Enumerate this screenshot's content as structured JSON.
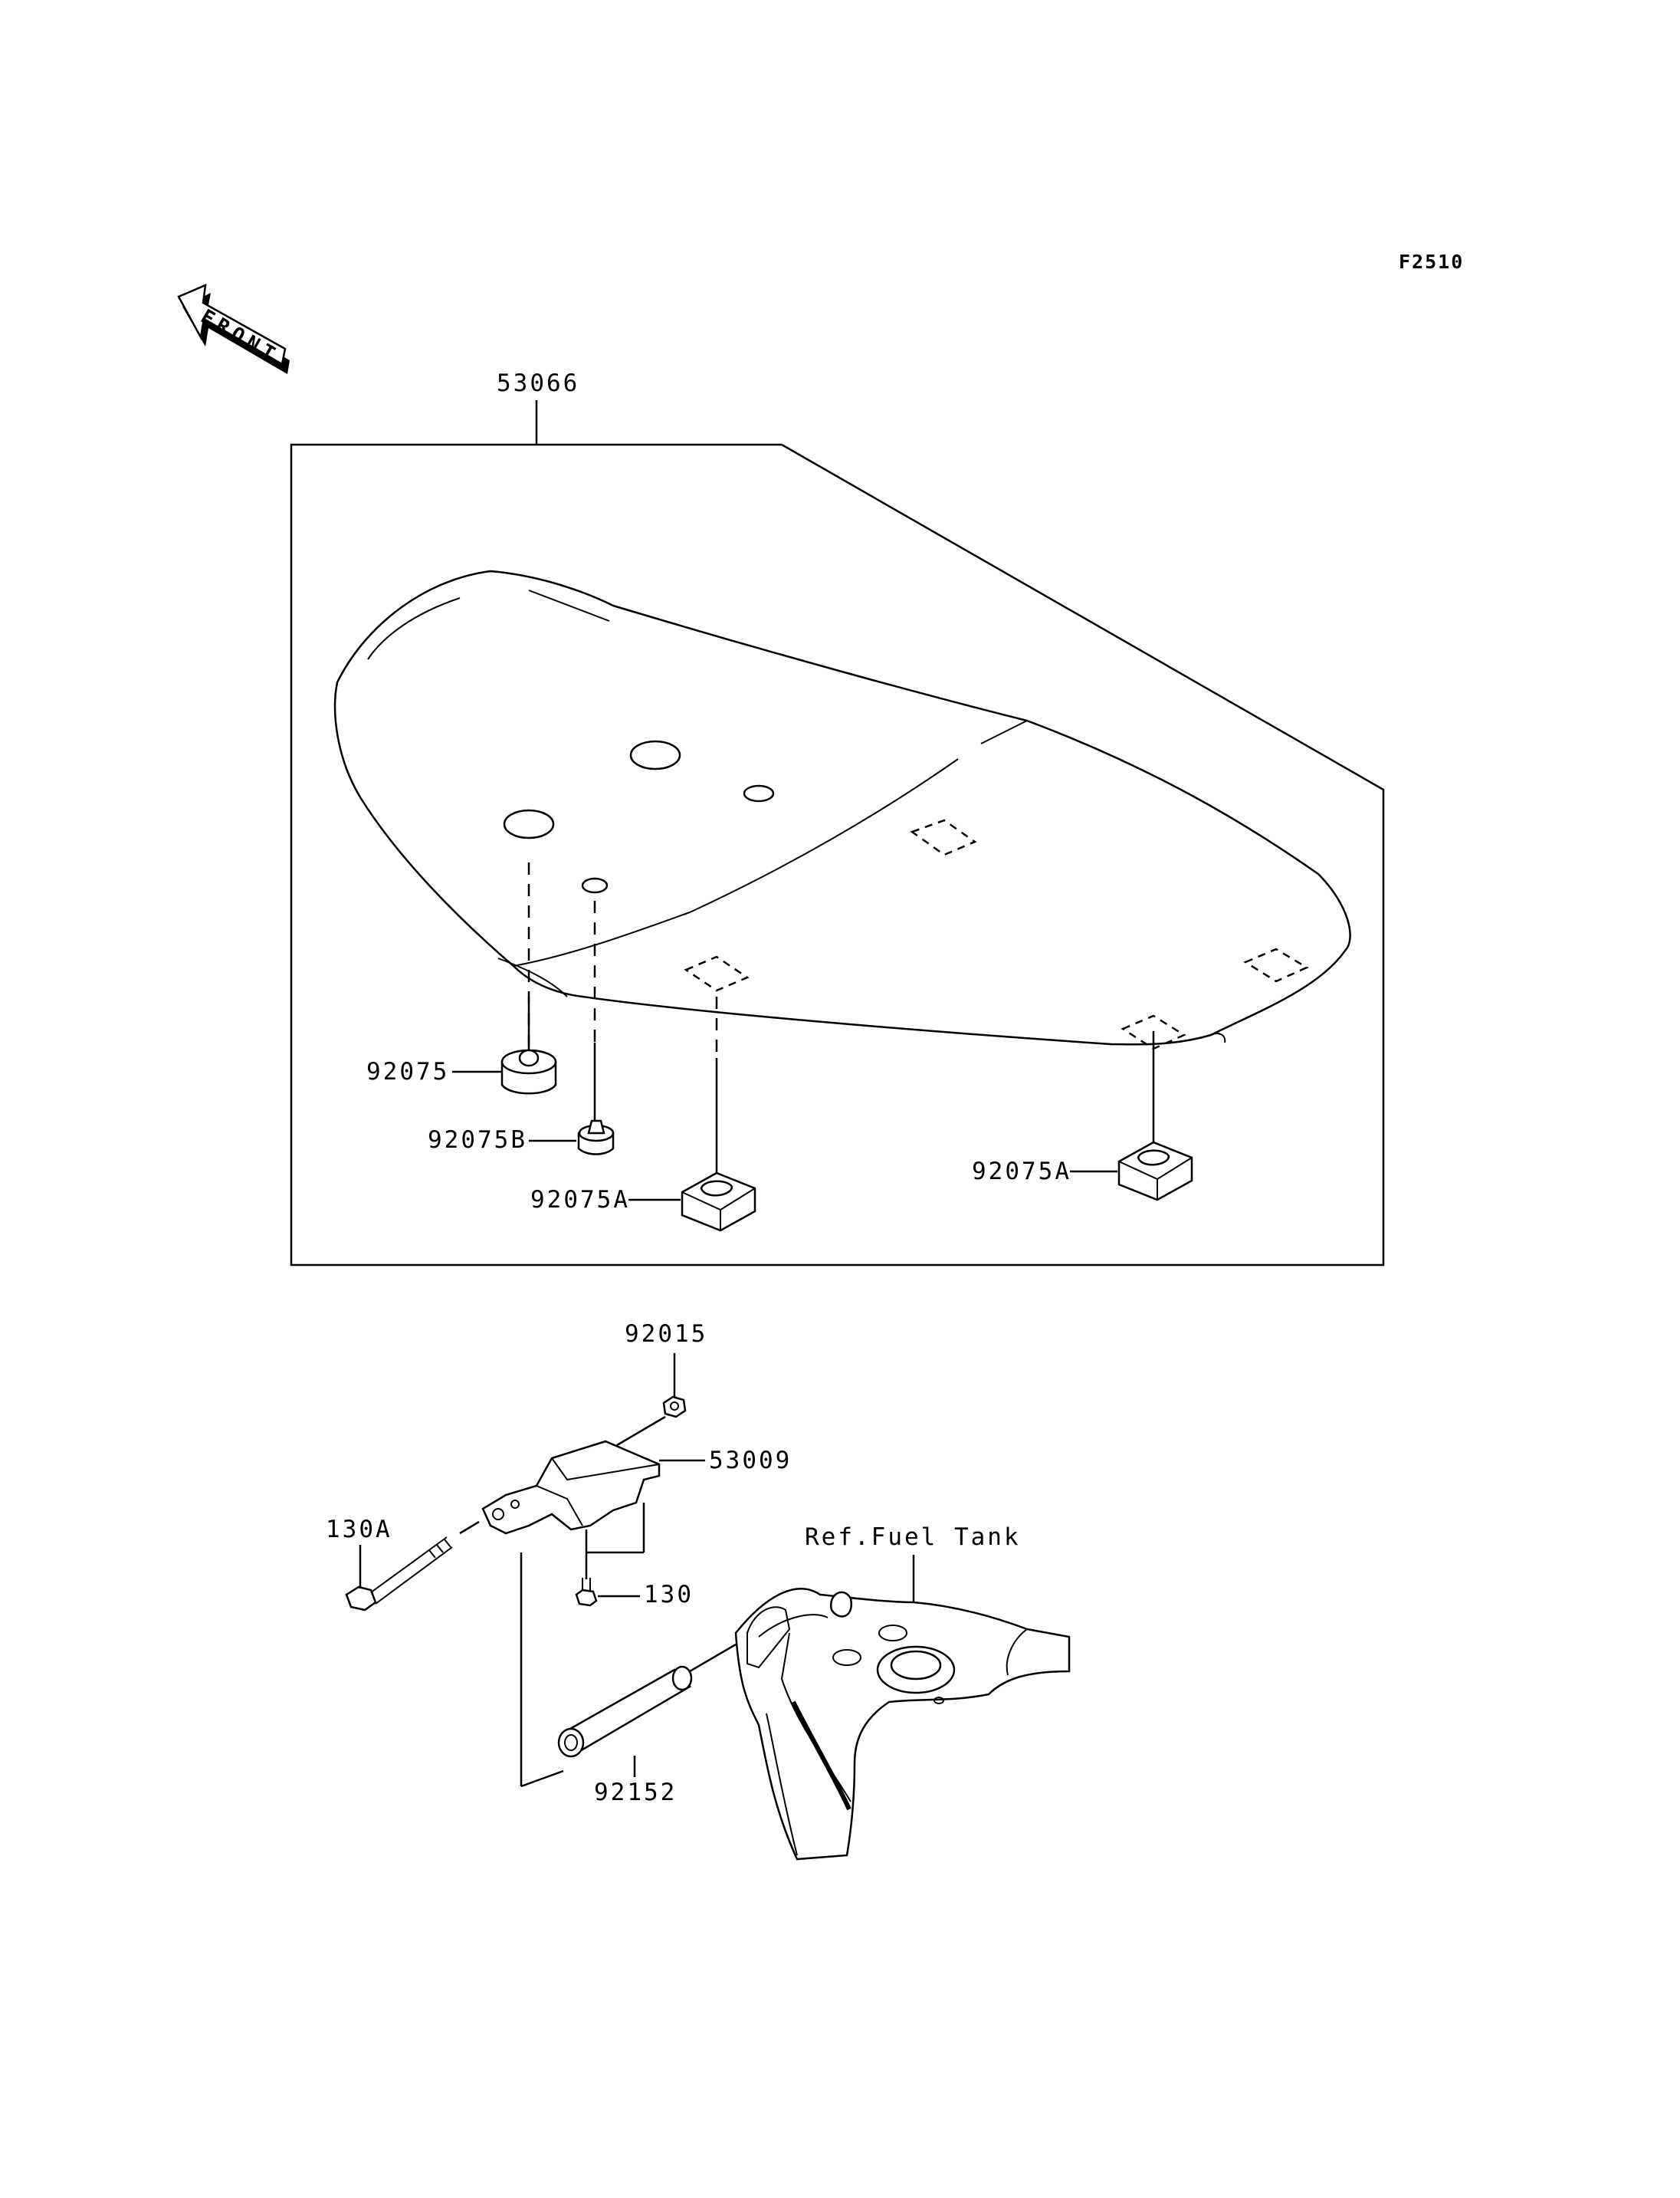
{
  "figure_code": "F2510",
  "front_label": "FRONT",
  "callouts": {
    "seat": "53066",
    "damper_large": "92075",
    "damper_small": "92075B",
    "damper_a_left": "92075A",
    "damper_a_right": "92075A",
    "nut": "92015",
    "bracket": "53009",
    "bolt_long": "130A",
    "bolt_short": "130",
    "collar": "92152",
    "fuel_tank_ref": "Ref.Fuel Tank"
  }
}
